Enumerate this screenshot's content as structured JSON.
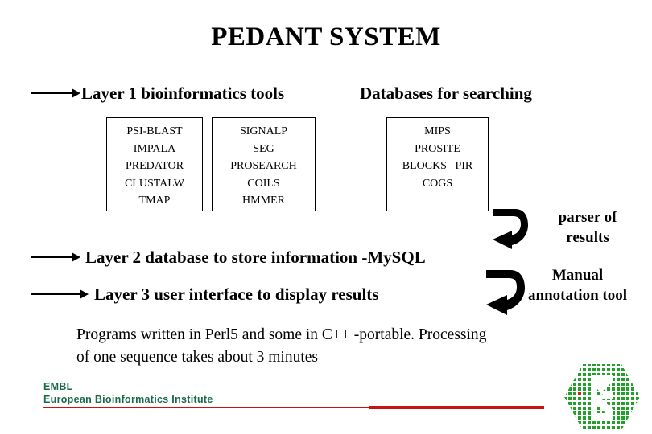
{
  "slide": {
    "title": "PEDANT SYSTEM",
    "background": "#ffffff",
    "text_color": "#000000"
  },
  "columns": {
    "tools_header": "Layer 1 bioinformatics tools",
    "databases_header": "Databases for searching"
  },
  "boxes": [
    {
      "name": "tools-box-1",
      "items": [
        "PSI-BLAST",
        "IMPALA",
        "PREDATOR",
        "CLUSTALW",
        "TMAP"
      ]
    },
    {
      "name": "tools-box-2",
      "items": [
        "SIGNALP",
        "SEG",
        "PROSEARCH",
        "COILS",
        "HMMER"
      ]
    },
    {
      "name": "databases-box",
      "items": [
        "MIPS",
        "PROSITE",
        "BLOCKS   PIR",
        "COGS"
      ]
    }
  ],
  "layers": [
    {
      "name": "layer-2",
      "text": "Layer 2 database to store information -MySQL"
    },
    {
      "name": "layer-3",
      "text": "Layer 3 user interface to display results"
    }
  ],
  "side_notes": [
    {
      "name": "parser-note",
      "line1": "parser of",
      "line2": "results"
    },
    {
      "name": "manual-note",
      "line1": "Manual",
      "line2": "annotation tool"
    }
  ],
  "body": {
    "line1": "Programs written in Perl5 and some in C++ -portable. Processing",
    "line2": "of one sequence takes about 3 minutes"
  },
  "footer": {
    "org_short": "EMBL",
    "org_long": "European Bioinformatics Institute",
    "green": "#1a6b47",
    "rule_color": "#cc1111",
    "logo_green": "#22a02a",
    "logo_red": "#cc2222"
  },
  "icons": {
    "arrow_right": "arrow-right-icon",
    "hook_arrow": "curved-hook-arrow-icon",
    "logo": "ebi-hexagon-logo"
  }
}
